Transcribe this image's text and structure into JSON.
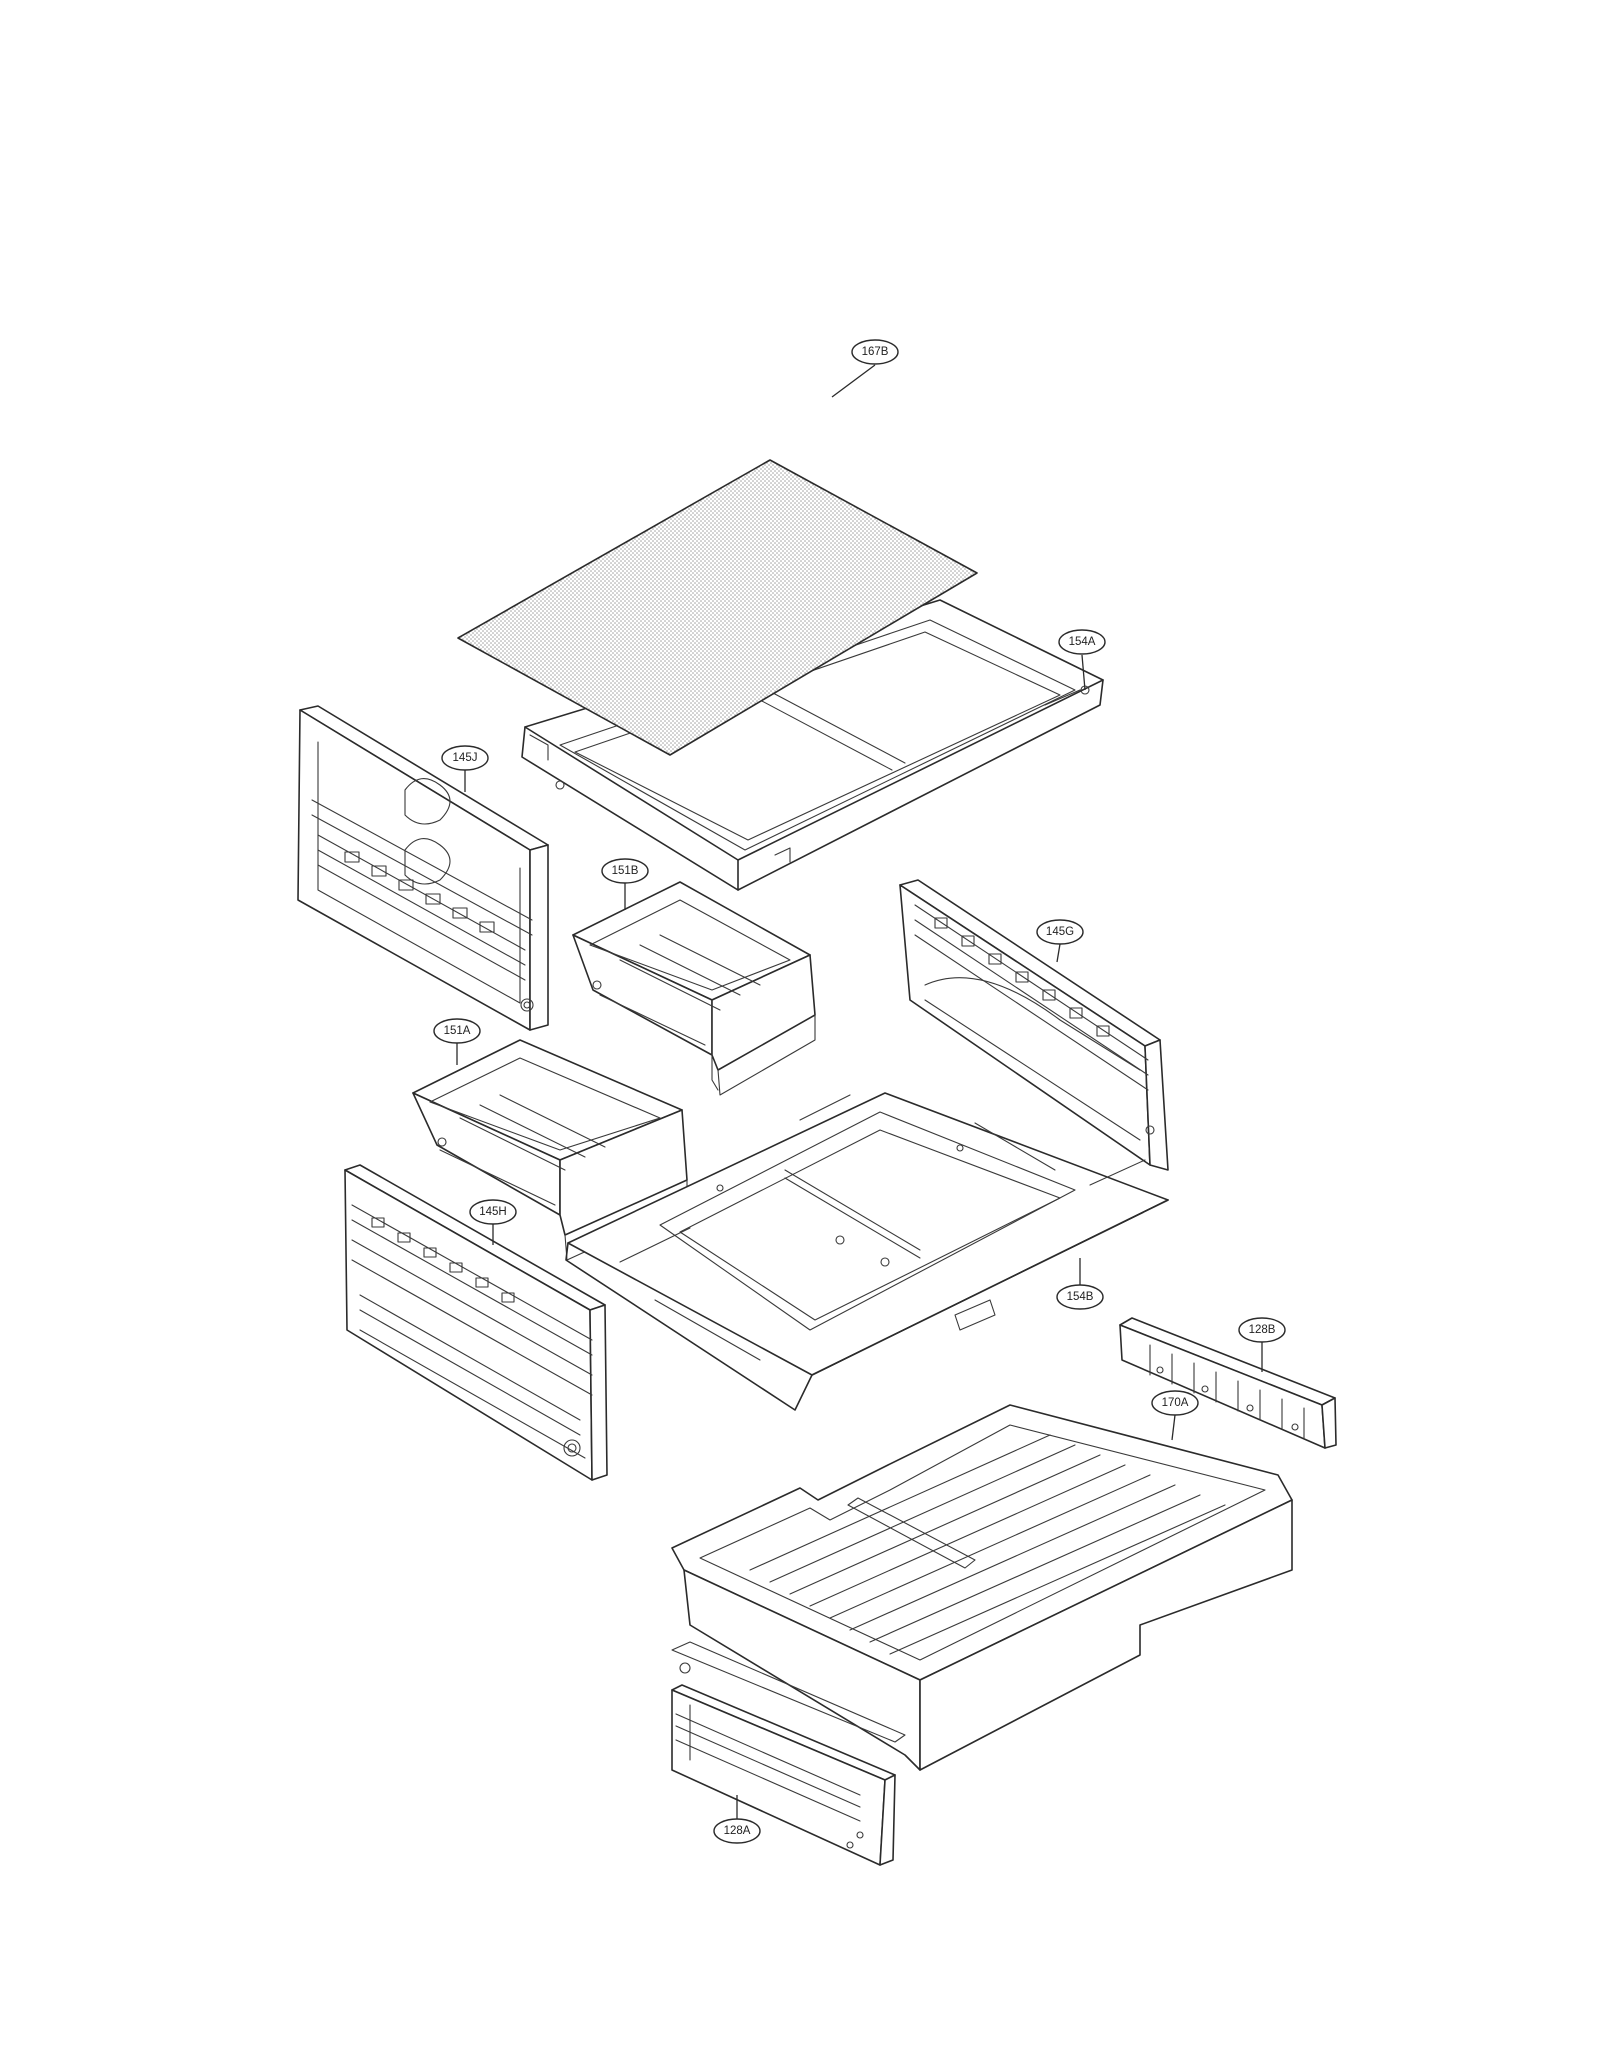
{
  "diagram": {
    "labels": {
      "p167B": "167B",
      "p154A": "154A",
      "p145J": "145J",
      "p151B": "151B",
      "p145G": "145G",
      "p151A": "151A",
      "p145H": "145H",
      "p154B": "154B",
      "p128B": "128B",
      "p170A": "170A",
      "p128A": "128A"
    },
    "colors": {
      "line": "#2b2b2b",
      "background": "#ffffff",
      "glass_dots": "#9a9a9a"
    }
  }
}
